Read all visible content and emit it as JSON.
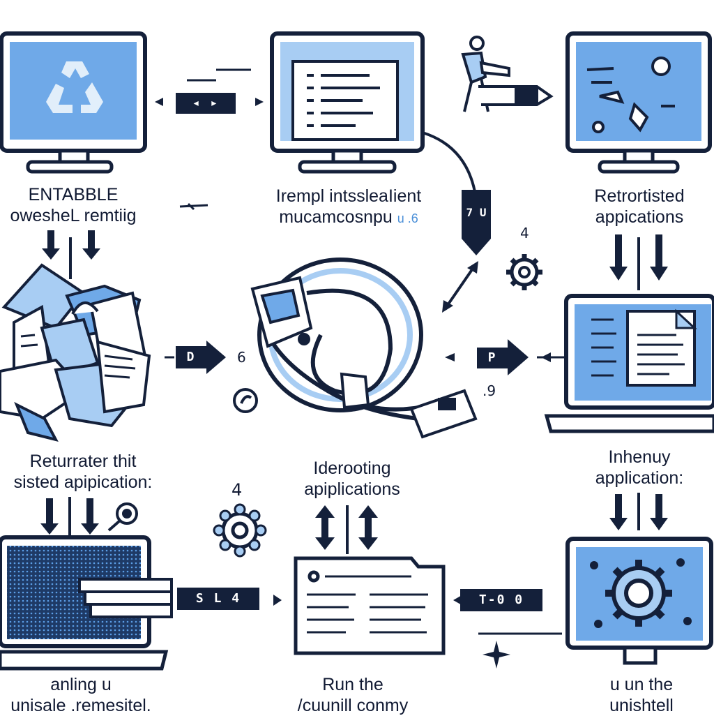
{
  "captions": {
    "top_left": [
      "ENTABBLE",
      "owesheL remtiig"
    ],
    "top_mid": [
      "Irempl intssleaIient",
      "mucamcosnpu"
    ],
    "top_mid_suffix": "u .6",
    "top_right": [
      "Retrortisted",
      "appications"
    ],
    "mid_left": [
      "Returrater thit",
      "sisted apipication:"
    ],
    "mid_center": [
      "Iderooting",
      "apiplications"
    ],
    "mid_right": [
      "Inhenuy",
      "application:"
    ],
    "bot_left": [
      "anling u",
      "unisale .remesitel."
    ],
    "bot_center": [
      "Run the",
      "/cuunill conmy"
    ],
    "bot_right": [
      "u un the",
      "unishtell"
    ]
  },
  "tags": {
    "top_arrow": "◂ ▸",
    "vertical_arrow": "7 U",
    "mid_left_arrow": "D",
    "mid_right_arrow": "P",
    "bot_left_arrow": "S L 4",
    "bot_right_arrow": "T-0 0"
  },
  "numbers": {
    "n1": "4",
    "n2": "6",
    "n3": ".9",
    "n4": "4"
  },
  "colors": {
    "navy": "#14203a",
    "blue": "#5b9ee6",
    "light_blue": "#a8cdf3",
    "screen": "#6fa9e8"
  }
}
